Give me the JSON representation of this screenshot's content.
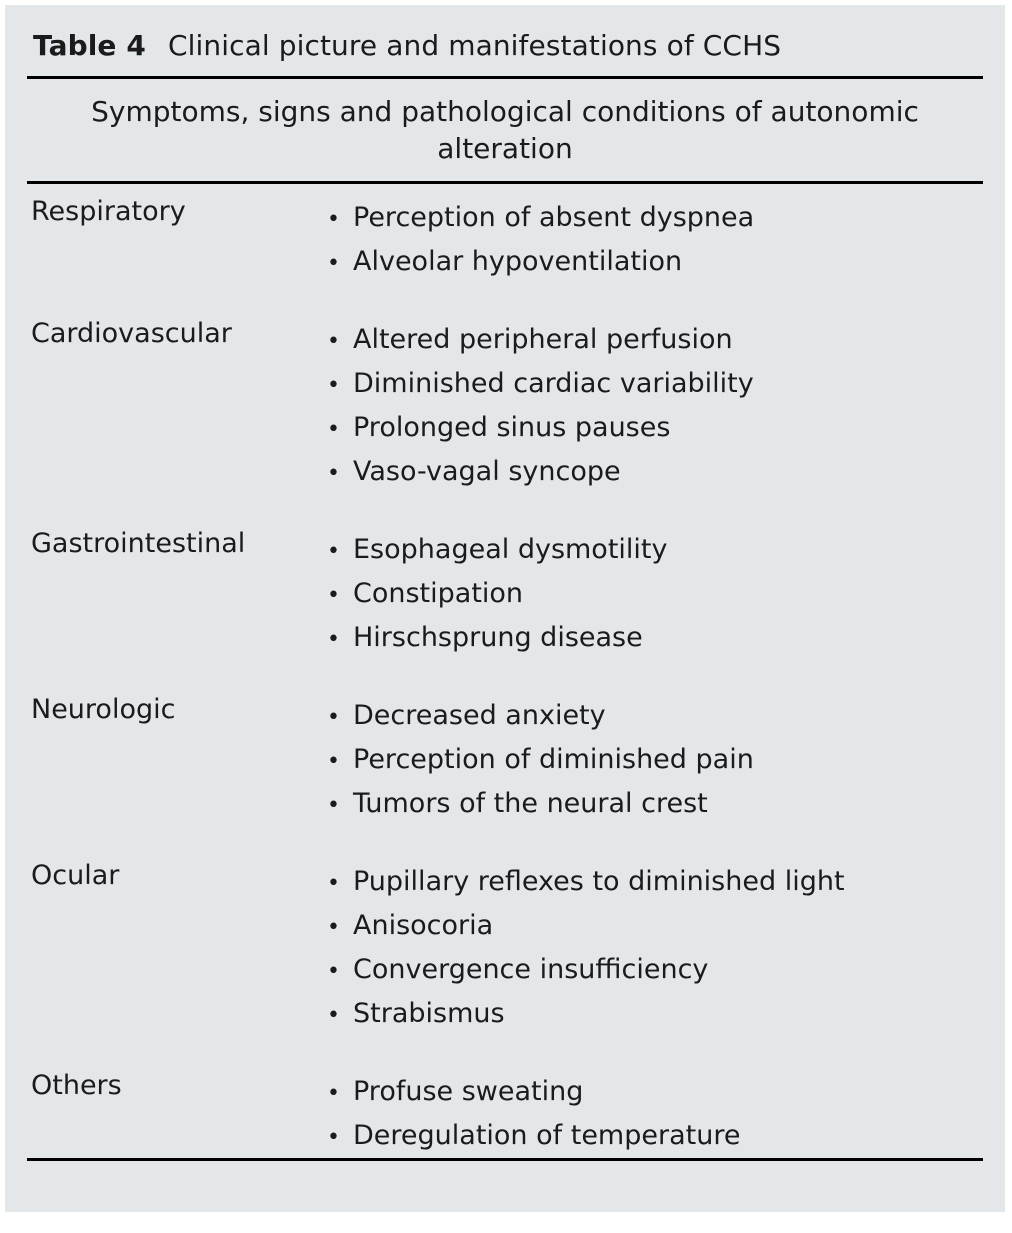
{
  "table": {
    "caption_number": "Table 4",
    "caption_title": "Clinical picture and manifestations of CCHS",
    "column_header": "Symptoms, signs and pathological conditions of autonomic alteration",
    "bullet_glyph": "•",
    "background_color": "#e4e7e9",
    "text_color": "#1b1b1b",
    "rule_color": "#000000",
    "groups": [
      {
        "label": "Respiratory",
        "items": [
          "Perception of absent dyspnea",
          "Alveolar hypoventilation"
        ]
      },
      {
        "label": "Cardiovascular",
        "items": [
          "Altered peripheral perfusion",
          "Diminished cardiac variability",
          "Prolonged sinus pauses",
          "Vaso-vagal syncope"
        ]
      },
      {
        "label": "Gastrointestinal",
        "items": [
          "Esophageal dysmotility",
          "Constipation",
          "Hirschsprung disease"
        ]
      },
      {
        "label": "Neurologic",
        "items": [
          "Decreased anxiety",
          "Perception of diminished pain",
          "Tumors of the neural crest"
        ]
      },
      {
        "label": "Ocular",
        "items": [
          "Pupillary reflexes to diminished light",
          "Anisocoria",
          "Convergence insufficiency",
          "Strabismus"
        ]
      },
      {
        "label": "Others",
        "items": [
          "Profuse sweating",
          "Deregulation of temperature"
        ]
      }
    ]
  }
}
